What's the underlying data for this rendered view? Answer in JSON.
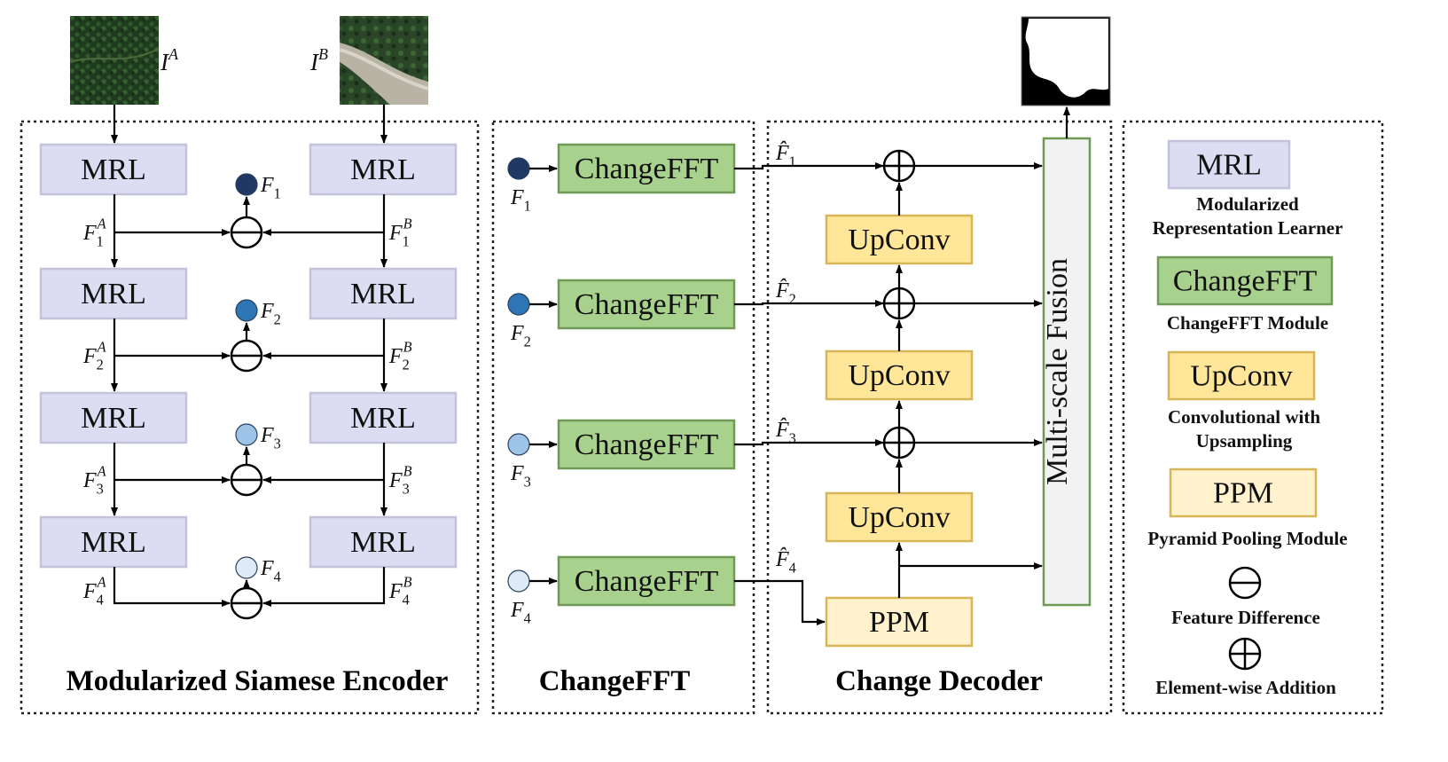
{
  "colors": {
    "mrl_fill": "#dcdcf2",
    "mrl_stroke": "#c3c3dd",
    "fft_fill": "#a9d18e",
    "fft_stroke": "#6f9a55",
    "upconv_fill": "#ffe699",
    "upconv_stroke": "#d6b656",
    "ppm_fill": "#fff2cc",
    "ppm_stroke": "#d6b656",
    "fusion_fill": "#f2f2f2",
    "fusion_stroke": "#6f9a55",
    "f1": "#1f3864",
    "f2": "#2e75b6",
    "f3": "#9dc3e6",
    "f4": "#deebf7"
  },
  "inputs": {
    "image_a": "I",
    "image_a_sup": "A",
    "image_b": "I",
    "image_b_sup": "B"
  },
  "encoder": {
    "title": "Modularized Siamese Encoder",
    "block_label": "MRL",
    "levels": [
      {
        "a_base": "F",
        "a_sub": "1",
        "a_sup": "A",
        "b_base": "F",
        "b_sub": "1",
        "b_sup": "B",
        "out_base": "F",
        "out_sub": "1"
      },
      {
        "a_base": "F",
        "a_sub": "2",
        "a_sup": "A",
        "b_base": "F",
        "b_sub": "2",
        "b_sup": "B",
        "out_base": "F",
        "out_sub": "2"
      },
      {
        "a_base": "F",
        "a_sub": "3",
        "a_sup": "A",
        "b_base": "F",
        "b_sub": "3",
        "b_sup": "B",
        "out_base": "F",
        "out_sub": "3"
      },
      {
        "a_base": "F",
        "a_sub": "4",
        "a_sup": "A",
        "b_base": "F",
        "b_sub": "4",
        "b_sup": "B",
        "out_base": "F",
        "out_sub": "4"
      }
    ]
  },
  "changefft": {
    "title": "ChangeFFT",
    "block_label": "ChangeFFT",
    "inputs": [
      {
        "base": "F",
        "sub": "1"
      },
      {
        "base": "F",
        "sub": "2"
      },
      {
        "base": "F",
        "sub": "3"
      },
      {
        "base": "F",
        "sub": "4"
      }
    ],
    "outputs": [
      {
        "base": "F̂",
        "sub": "1"
      },
      {
        "base": "F̂",
        "sub": "2"
      },
      {
        "base": "F̂",
        "sub": "3"
      },
      {
        "base": "F̂",
        "sub": "4"
      }
    ]
  },
  "decoder": {
    "title": "Change Decoder",
    "upconv_label": "UpConv",
    "ppm_label": "PPM",
    "fusion_label": "Multi-scale Fusion"
  },
  "legend": {
    "mrl_label": "MRL",
    "mrl_desc_1": "Modularized",
    "mrl_desc_2": "Representation Learner",
    "fft_label": "ChangeFFT",
    "fft_desc": "ChangeFFT Module",
    "upconv_label": "UpConv",
    "upconv_desc_1": "Convolutional with",
    "upconv_desc_2": "Upsampling",
    "ppm_label": "PPM",
    "ppm_desc": "Pyramid Pooling Module",
    "diff_desc": "Feature Difference",
    "add_desc": "Element-wise Addition"
  }
}
